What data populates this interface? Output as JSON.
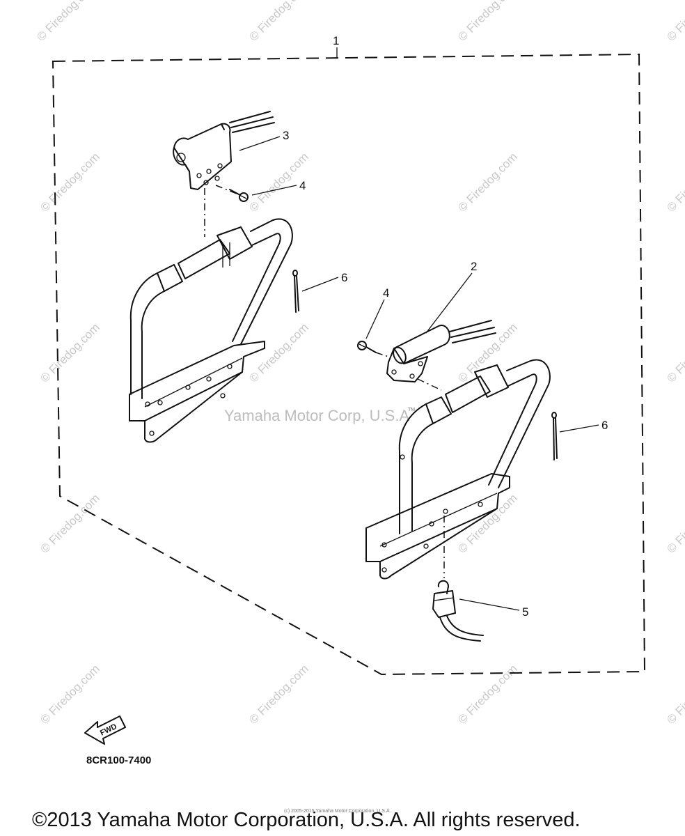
{
  "callouts": [
    "1",
    "2",
    "3",
    "4",
    "4",
    "5",
    "6",
    "6"
  ],
  "watermark": "© Firedog.com",
  "center_watermark": "Yamaha Motor Corp, U.S.A",
  "tm_mark": "TM",
  "fwd_label": "FWD",
  "part_number": "8CR100-7400",
  "small_copyright": "(c) 2005-2015 Yamaha Motor Corporation, U.S.A.",
  "footer_copyright": "©2013 Yamaha Motor Corporation, U.S.A. All rights reserved."
}
